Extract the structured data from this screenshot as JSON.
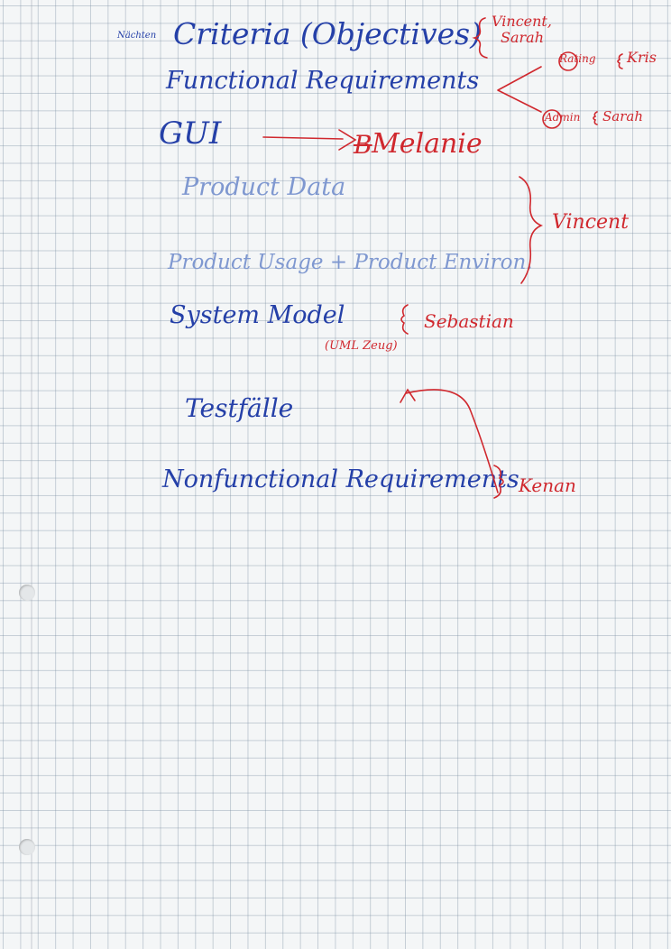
{
  "page": {
    "margin_note": "Nächten",
    "items": [
      {
        "text": "Criteria (Objectives)",
        "owner": "Vincent,",
        "owner2": "Sarah"
      },
      {
        "text": "Functional Requirements",
        "branch_top": "Rating",
        "branch_top_owner": "Kris",
        "branch_bottom": "Admin",
        "branch_bottom_owner": "Sarah"
      },
      {
        "text": "GUI",
        "owner": "Melanie",
        "owner_prefix": "B"
      },
      {
        "text": "Product Data"
      },
      {
        "text": "Product Usage + Product Environ.",
        "group_owner": "Vincent"
      },
      {
        "text": "System Model",
        "owner": "Sebastian",
        "sub": "(UML Zeug)"
      },
      {
        "text": "Testfälle"
      },
      {
        "text": "Nonfunctional Requirements",
        "owner": "Kenan"
      }
    ]
  },
  "colors": {
    "ink_blue": "#2540a8",
    "ink_pale": "#7f98d0",
    "ink_red": "#d0282e",
    "grid": "#8c9cb0"
  }
}
